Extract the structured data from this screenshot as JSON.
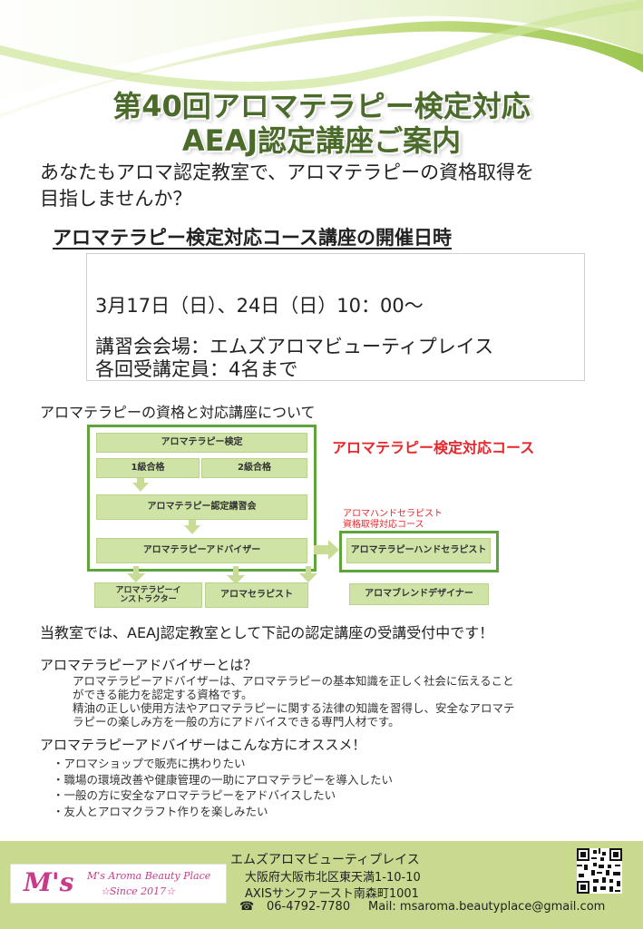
{
  "title": {
    "line1": "第40回アロマテラピー検定対応",
    "line2": "AEAJ認定講座ご案内"
  },
  "intro": {
    "line1": "あなたもアロマ認定教室で、アロマテラピーの資格取得を",
    "line2": "目指しませんか？"
  },
  "course": {
    "heading": "アロマテラピー検定対応コース講座の開催日時",
    "date": "3月17日（日）、24日（日）10：00～",
    "venue": "講習会会場：エムズアロマビューティプレイス",
    "capacity": "各回受講定員：4名まで"
  },
  "section_heading": "アロマテラピーの資格と対応講座について",
  "diagram": {
    "course_title": "アロマテラピー検定対応コース",
    "kentei": "アロマテラピー検定",
    "level1": "1級合格",
    "level2": "2級合格",
    "koushukai": "アロマテラピー認定講習会",
    "adviser": "アロマテラピーアドバイザー",
    "instructor": "アロマテラピーインストラクター",
    "therapist": "アロマセラピスト",
    "hand_note_1": "アロマハンドセラピスト",
    "hand_note_2": "資格取得対応コース",
    "hand_therapist": "アロマテラピーハンドセラピスト",
    "blend": "アロマブレンドデザイナー",
    "colors": {
      "frame": "#5fa43a",
      "bar": "#cfe3a6",
      "red": "#e8262a"
    }
  },
  "notice": "当教室では、AEAJ認定教室として下記の認定講座の受講受付中です！",
  "adviser_section": {
    "heading": "アロマテラピーアドバイザーとは？",
    "p1a": "アロマテラピーアドバイザーは、アロマテラピーの基本知識を正しく社会に伝えること",
    "p1b": "ができる能力を認定する資格です。",
    "p2a": "精油の正しい使用方法やアロマテラピーに関する法律の知識を習得し、安全なアロマテ",
    "p2b": "ラピーの楽しみ方を一般の方にアドバイスできる専門人材です。"
  },
  "recommend": {
    "heading": "アロマテラピーアドバイザーはこんな方にオススメ！",
    "items": [
      "・アロマショップで販売に携わりたい",
      "・職場の環境改善や健康管理の一助にアロマテラピーを導入したい",
      "・一般の方に安全なアロマテラピーをアドバイスしたい",
      "・友人とアロマクラフト作りを楽しみたい"
    ]
  },
  "footer": {
    "logo_ms": "M's",
    "logo_name": "M's Aroma Beauty Place",
    "logo_since": "☆Since 2017☆",
    "name": "エムズアロマビューティプレイス",
    "address1": "大阪府大阪市北区東天満1-10-10",
    "address2": "AXISサンファースト南森町1001",
    "phone_icon": "☎",
    "phone": "06-4792-7780",
    "mail": "Mail: msaroma.beautyplace@gmail.com"
  }
}
